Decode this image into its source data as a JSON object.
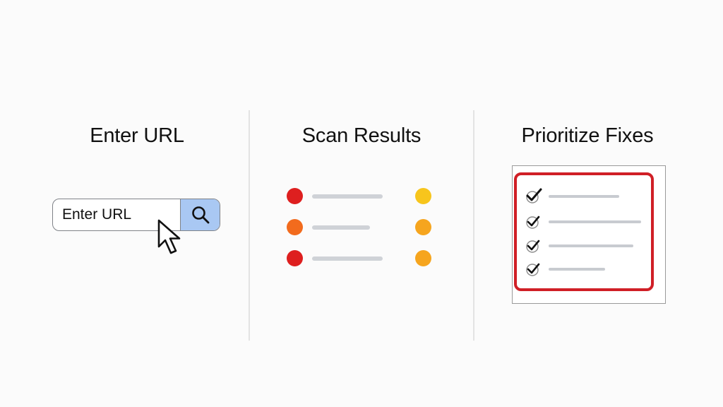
{
  "steps": [
    {
      "title": "Enter URL"
    },
    {
      "title": "Scan Results"
    },
    {
      "title": "Prioritize Fixes"
    }
  ],
  "url_input": {
    "value": "Enter URL",
    "button_icon": "search-icon",
    "button_color": "#a9c8f3"
  },
  "pointer_icon": "cursor-arrow-icon",
  "scan_results": [
    {
      "left_status": "red",
      "right_status": "yellow"
    },
    {
      "left_status": "orange",
      "right_status": "orange"
    },
    {
      "left_status": "red",
      "right_status": "orange"
    }
  ],
  "status_colors": {
    "red": "#de1f1f",
    "orange": "#f26b1d",
    "yellow": "#f7c51c",
    "amber": "#f6a51e"
  },
  "checklist": {
    "items": 4,
    "item_icon": "checkbox-checked-icon",
    "highlight_color": "#d01f26"
  }
}
